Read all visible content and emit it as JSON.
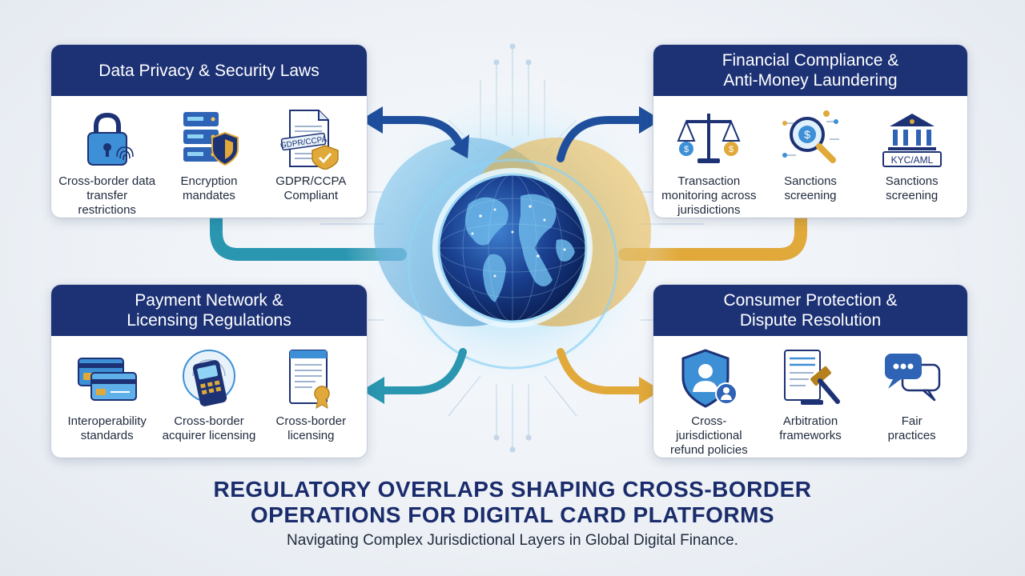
{
  "cards": {
    "data_privacy": {
      "title": "Data Privacy & Security Laws",
      "items": [
        {
          "label": "Cross-border data\ntransfer restrictions",
          "icon": "padlock-fingerprint-icon"
        },
        {
          "label": "Encryption\nmandates",
          "icon": "server-shield-icon"
        },
        {
          "label": "GDPR/CCPA\nCompliant",
          "icon": "gdpr-document-icon",
          "icon_text": "GDPR/CCPA"
        }
      ]
    },
    "financial_compliance": {
      "title": "Financial Compliance &\nAnti-Money Laundering",
      "items": [
        {
          "label": "Transaction\nmonitoring across\njurisdictions",
          "icon": "balance-scale-icon"
        },
        {
          "label": "Sanctions\nscreening",
          "icon": "magnifier-dollar-icon"
        },
        {
          "label": "Sanctions\nscreening",
          "icon": "bank-kyc-icon",
          "icon_text": "KYC/AML"
        }
      ]
    },
    "payment_network": {
      "title": "Payment Network &\nLicensing Regulations",
      "items": [
        {
          "label": "Interoperability\nstandards",
          "icon": "cards-icon"
        },
        {
          "label": "Cross-border\nacquirer licensing",
          "icon": "pos-terminal-icon"
        },
        {
          "label": "Cross-border\nlicensing",
          "icon": "license-certificate-icon"
        }
      ]
    },
    "consumer_protection": {
      "title": "Consumer Protection &\nDispute Resolution",
      "items": [
        {
          "label": "Cross-jurisdictional\nrefund policies",
          "icon": "shield-user-icon"
        },
        {
          "label": "Arbitration\nframeworks",
          "icon": "gavel-document-icon"
        },
        {
          "label": "Fair\npractices",
          "icon": "chat-bubbles-icon"
        }
      ]
    }
  },
  "footer": {
    "title_line1": "REGULATORY OVERLAPS SHAPING CROSS-BORDER",
    "title_line2": "OPERATIONS FOR DIGITAL CARD PLATFORMS",
    "subtitle": "Navigating Complex Jurisdictional Layers in Global Digital Finance."
  },
  "colors": {
    "header_navy": "#1d3275",
    "blue_arrow": "#1f4f9c",
    "teal": "#2a96b0",
    "gold": "#e0a93a",
    "title_navy": "#1a2c6b"
  }
}
